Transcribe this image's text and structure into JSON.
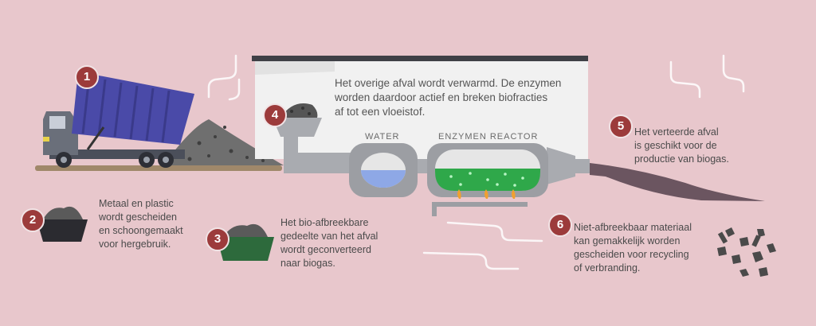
{
  "colors": {
    "background": "#e8c7cc",
    "badge": "#9c3b3b",
    "truck_bin": "#4a4aa8",
    "reactor_liquid": "#2fa84a",
    "water": "#8ea8e6",
    "pipe": "#a9abb0"
  },
  "labels": {
    "water": "WATER",
    "reactor": "ENZYMEN REACTOR"
  },
  "steps": [
    {
      "number": "1",
      "lines": []
    },
    {
      "number": "2",
      "lines": [
        "Metaal en plastic",
        "wordt gescheiden",
        "en schoongemaakt",
        "voor hergebruik."
      ]
    },
    {
      "number": "3",
      "lines": [
        "Het bio-afbreekbare",
        "gedeelte van het afval",
        "wordt geconverteerd",
        "naar biogas."
      ]
    },
    {
      "number": "4",
      "lines": [
        "Het overige afval wordt verwarmd. De enzymen",
        "worden daardoor actief en breken biofracties",
        "af tot een vloeistof."
      ]
    },
    {
      "number": "5",
      "lines": [
        "Het verteerde afval",
        "is geschikt voor de",
        "productie van biogas."
      ]
    },
    {
      "number": "6",
      "lines": [
        "Niet-afbreekbaar materiaal",
        "kan gemakkelijk worden",
        "gescheiden voor recycling",
        "of verbranding."
      ]
    }
  ]
}
